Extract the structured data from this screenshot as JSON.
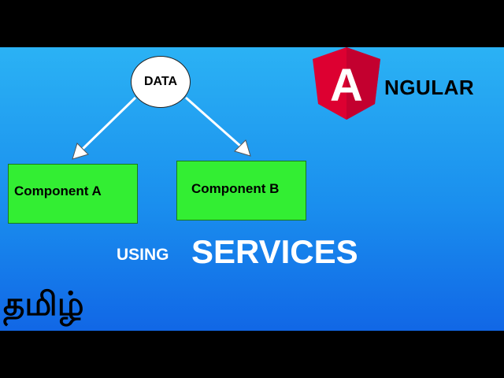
{
  "diagram": {
    "data_node_label": "DATA",
    "component_a_label": "Component A",
    "component_b_label": "Component B",
    "arrow_color": "#ffffff",
    "component_fill": "#33ee33"
  },
  "branding": {
    "logo_letter": "A",
    "logo_word": "NGULAR",
    "logo_color": "#dd0031"
  },
  "caption": {
    "using_text": "USING",
    "services_text": "SERVICES",
    "language_text": "தமிழ்"
  },
  "colors": {
    "background_top": "#2bb2f4",
    "background_bottom": "#1167e6",
    "letterbox": "#000000"
  }
}
